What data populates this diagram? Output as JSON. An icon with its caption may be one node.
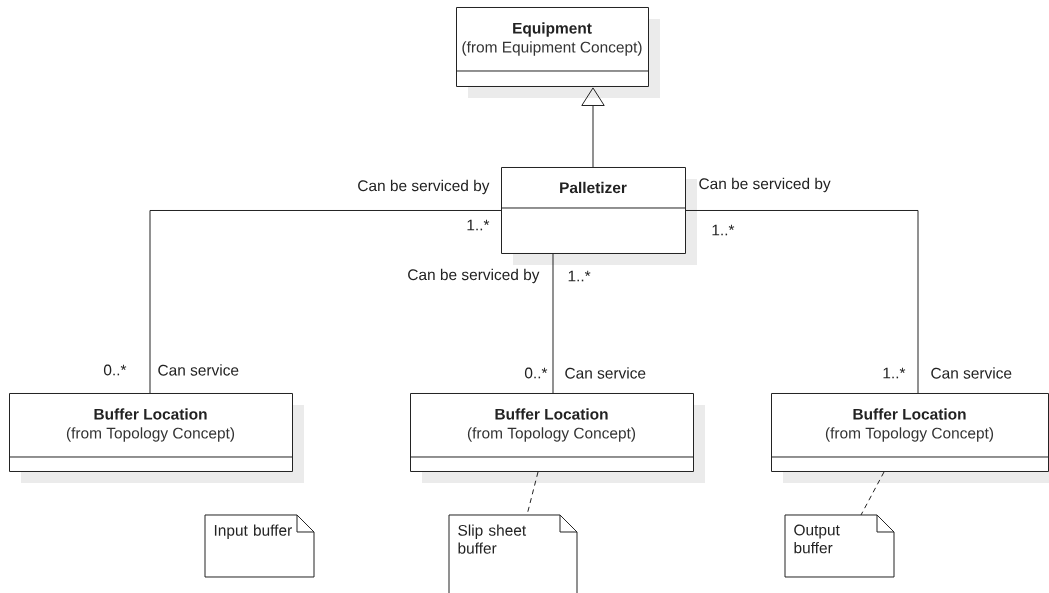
{
  "diagram": {
    "nodes": [
      {
        "text": [
          "Equipment",
          "(from Equipment Concept)"
        ]
      },
      {
        "text": [
          "Palletizer"
        ]
      },
      {
        "text": [
          "Buffer Location",
          "(from Topology Concept)"
        ]
      },
      {
        "text": [
          "Buffer Location",
          "(from Topology Concept)"
        ]
      },
      {
        "text": [
          "Buffer Location",
          "(from Topology Concept)"
        ]
      },
      {
        "text": [
          "Input buffer"
        ]
      },
      {
        "text": [
          "Slip sheet buffer"
        ]
      },
      {
        "text": [
          "Output buffer"
        ]
      }
    ],
    "edges": [
      {
        "from": 1,
        "to": 0,
        "arrow": "to"
      },
      {
        "from": 1,
        "to": 2,
        "arrow": "none"
      },
      {
        "from": 1,
        "to": 3,
        "arrow": "none"
      },
      {
        "from": 1,
        "to": 4,
        "arrow": "none"
      },
      {
        "from": 3,
        "to": 6,
        "arrow": "none",
        "style": "dashed"
      },
      {
        "from": 4,
        "to": 7,
        "arrow": "none",
        "style": "dashed"
      }
    ],
    "labels": [
      "Can be serviced by",
      "Can be serviced by",
      "1..*",
      "1..*",
      "Can be serviced by",
      "1..*",
      "0..*",
      "Can service",
      "0..*",
      "Can service",
      "1..*",
      "Can service"
    ]
  }
}
